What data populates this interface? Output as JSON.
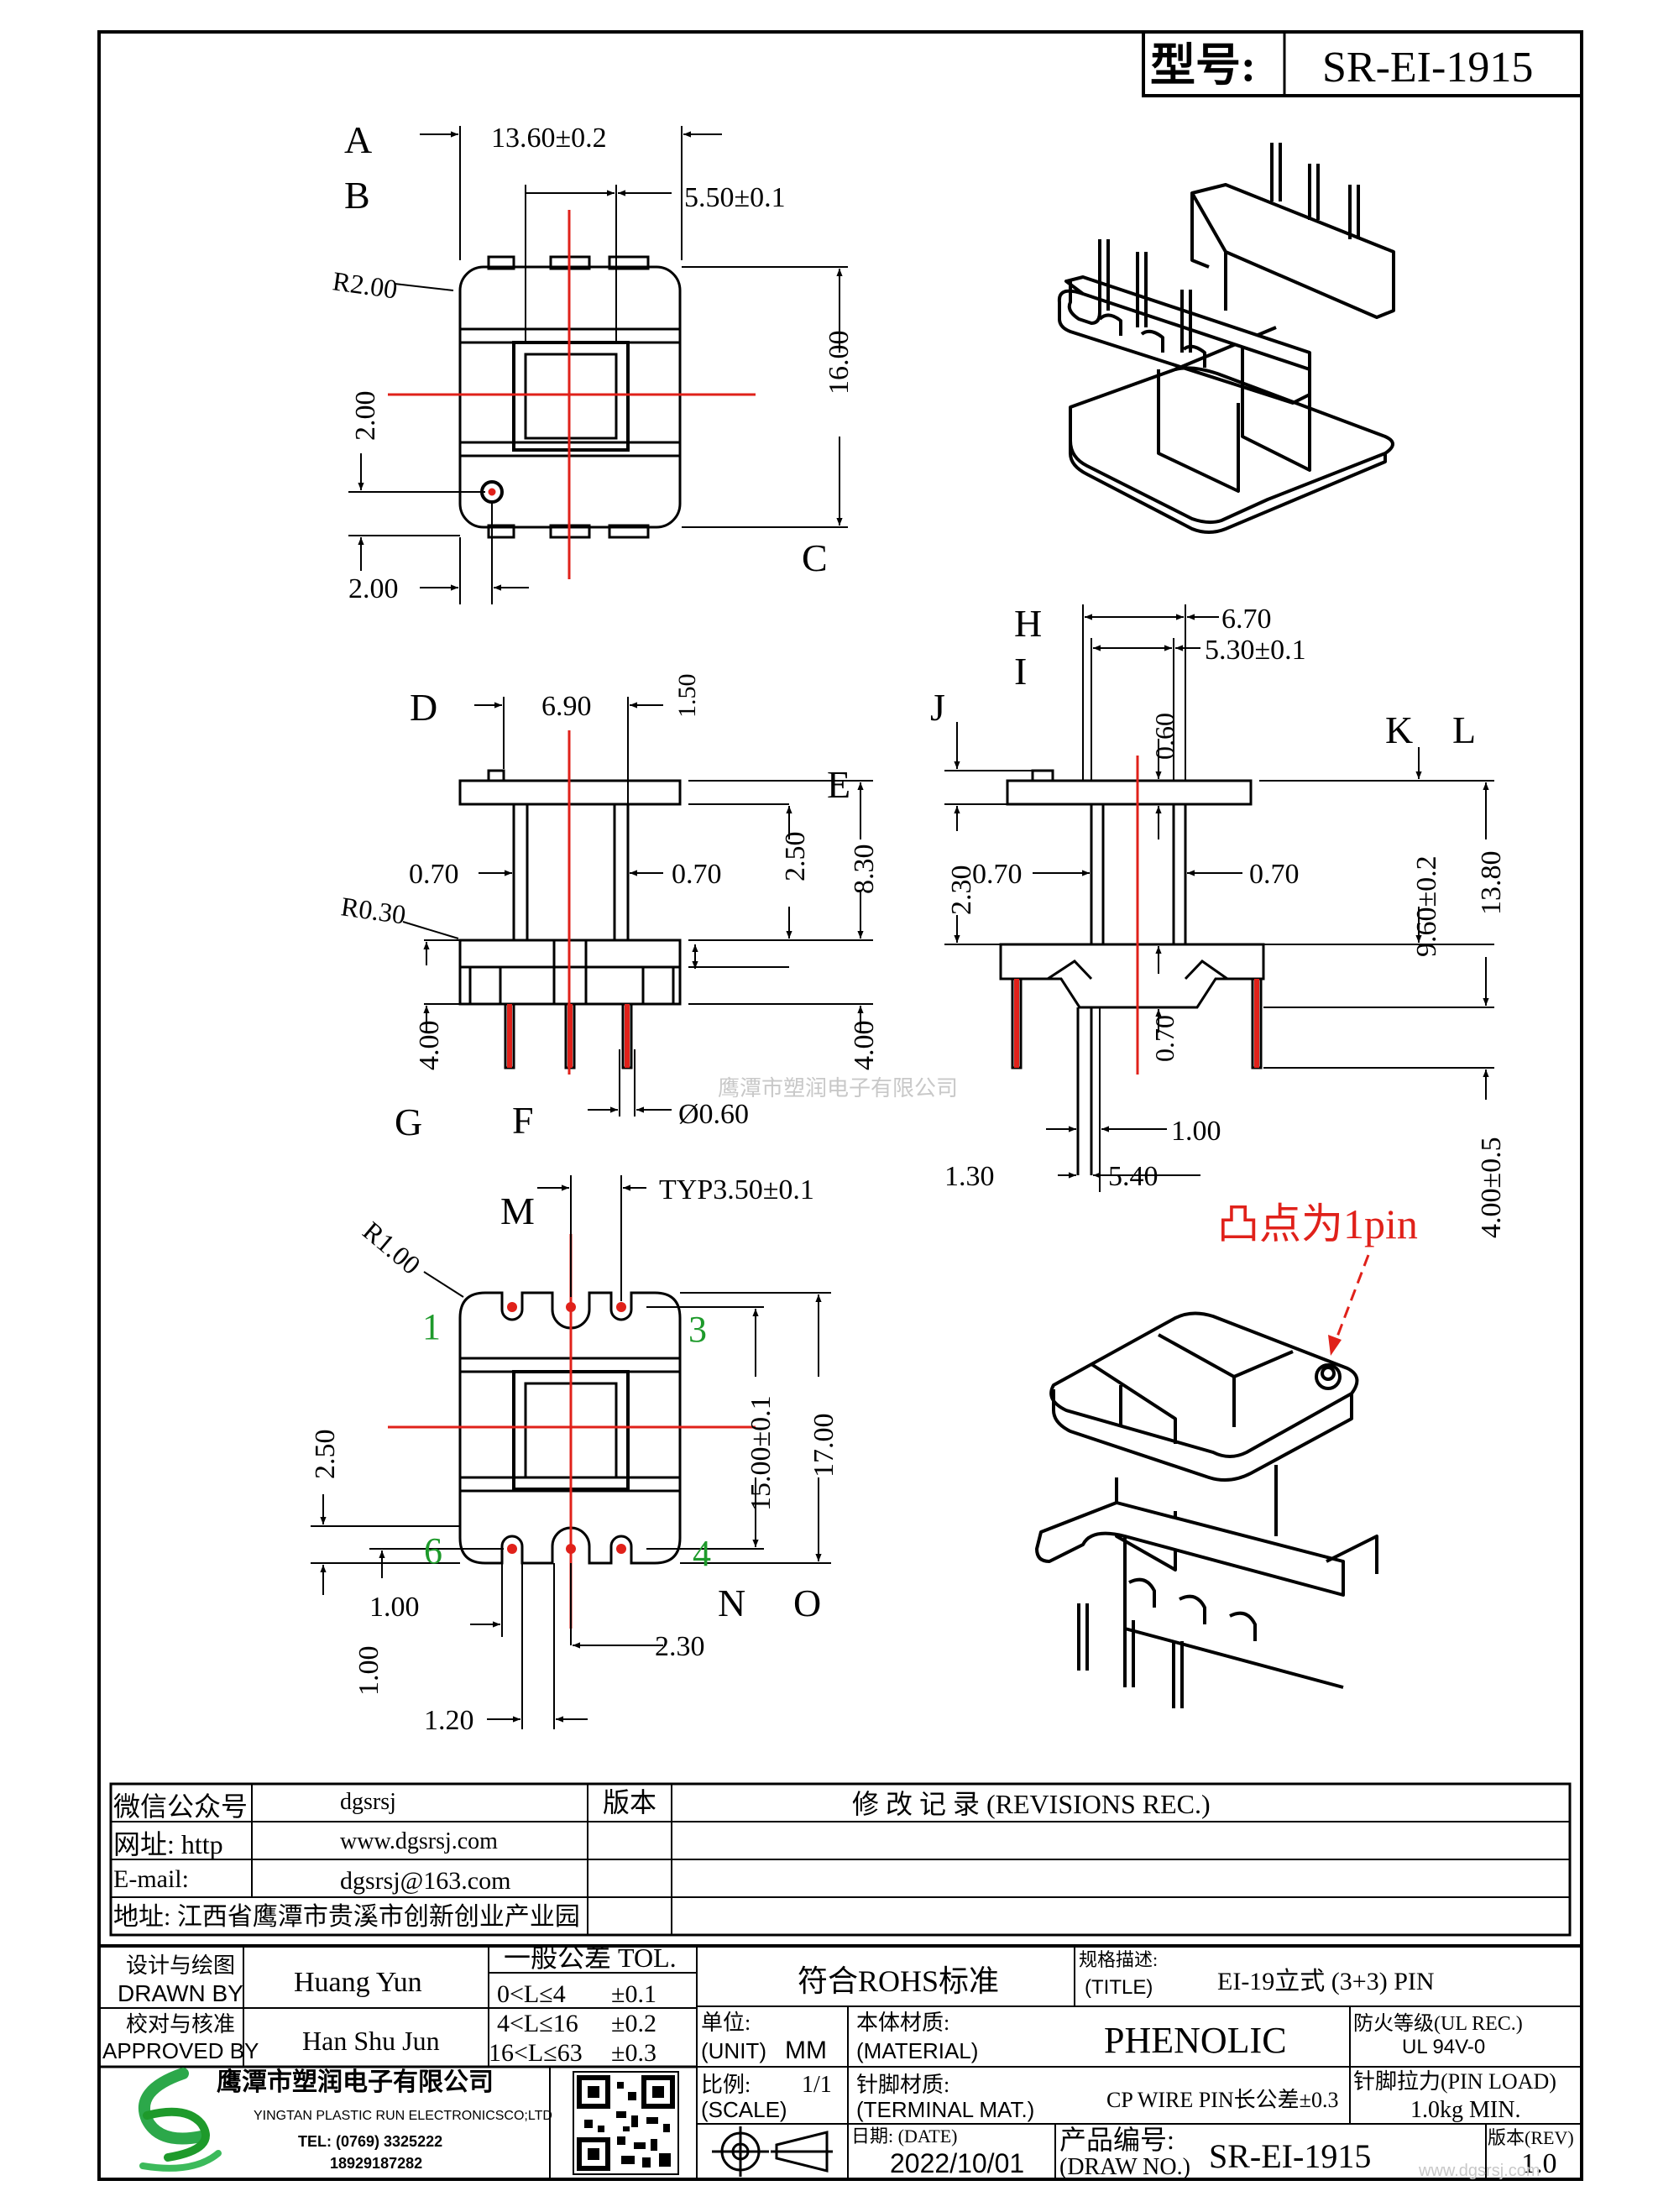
{
  "title_block": {
    "model_label": "型号:",
    "model_value": "SR-EI-1915"
  },
  "dimensions_top": {
    "A": "A",
    "B": "B",
    "C": "C",
    "w1": "13.60±0.2",
    "w2": "5.50±0.1",
    "r": "R2.00",
    "h": "16.00",
    "d1": "2.00",
    "d2": "2.00"
  },
  "dimensions_side_left": {
    "D": "D",
    "E": "E",
    "F": "F",
    "G": "G",
    "w": "6.90",
    "t1": "1.50",
    "l1": "0.70",
    "l2": "0.70",
    "r": "R0.30",
    "h1": "2.50",
    "h2": "8.30",
    "p1": "4.00",
    "p2": "4.00",
    "dia": "Ø0.60"
  },
  "dimensions_side_right": {
    "H": "H",
    "I": "I",
    "J": "J",
    "K": "K",
    "L": "L",
    "w1": "6.70",
    "w2": "5.30±0.1",
    "t": "0.60",
    "h1": "2.30",
    "l1": "0.70",
    "l2": "0.70",
    "h2": "9.60±0.2",
    "h3": "13.80",
    "b": "0.70",
    "p": "1.00",
    "q": "1.30",
    "s": "5.40",
    "pin": "4.00±0.5"
  },
  "dimensions_bottom": {
    "M": "M",
    "N": "N",
    "O": "O",
    "r": "R1.00",
    "typ": "TYP3.50±0.1",
    "h1": "15.00±0.1",
    "h2": "17.00",
    "a": "2.50",
    "b": "1.00",
    "c": "1.00",
    "d": "2.30",
    "e": "1.20",
    "pins": [
      "1",
      "3",
      "6",
      "4"
    ]
  },
  "note_1pin": "凸点为1pin",
  "watermark": "鹰潭市塑润电子有限公司",
  "watermark_corner": "www.dgsrsj.com",
  "info_table": {
    "wechat_label": "微信公众号",
    "wechat_value": "dgsrsj",
    "site_label": "网址: http",
    "site_value": "www.dgsrsj.com",
    "email_label": "E-mail:",
    "email_value": "dgsrsj@163.com",
    "address": "地址: 江西省鹰潭市贵溪市创新创业产业园",
    "version_label": "版本",
    "revisions": "修 改 记 录  (REVISIONS REC.)"
  },
  "bottom_block": {
    "drawn_cn": "设计与绘图",
    "drawn_en": "DRAWN BY",
    "drawn_name": "Huang Yun",
    "approved_cn": "校对与核准",
    "approved_en": "APPROVED BY",
    "approved_name": "Han Shu Jun",
    "tol_title": "一般公差 TOL.",
    "tol_rows": [
      [
        "0<L≤4",
        "±0.1"
      ],
      [
        "4<L≤16",
        "±0.2"
      ],
      [
        "16<L≤63",
        "±0.3"
      ]
    ],
    "rohs": "符合ROHS标准",
    "spec_label_cn": "规格描述:",
    "spec_label_en": "(TITLE)",
    "spec_value": "EI-19立式 (3+3) PIN",
    "unit_cn": "单位:",
    "unit_en": "(UNIT)",
    "unit_value": "MM",
    "material_cn": "本体材质:",
    "material_en": "(MATERIAL)",
    "material_value": "PHENOLIC",
    "fire_cn": "防火等级(UL REC.)",
    "fire_value": "UL 94V-0",
    "scale_cn": "比例:",
    "scale_en": "(SCALE)",
    "scale_value": "1/1",
    "terminal_cn": "针脚材质:",
    "terminal_en": "(TERMINAL MAT.)",
    "terminal_value": "CP WIRE  PIN长公差±0.3",
    "pinload_cn": "针脚拉力(PIN LOAD)",
    "pinload_value": "1.0kg MIN.",
    "date_label": "日期: (DATE)",
    "date_value": "2022/10/01",
    "drawno_cn": "产品编号:",
    "drawno_en": "(DRAW NO.)",
    "drawno_value": "SR-EI-1915",
    "rev_label": "版本(REV)",
    "rev_value": "1.0",
    "company_cn": "鹰潭市塑润电子有限公司",
    "company_en": "YINGTAN PLASTIC RUN ELECTRONICSCO;LTD",
    "tel": "TEL: (0769) 3325222",
    "phone": "18929187282"
  }
}
